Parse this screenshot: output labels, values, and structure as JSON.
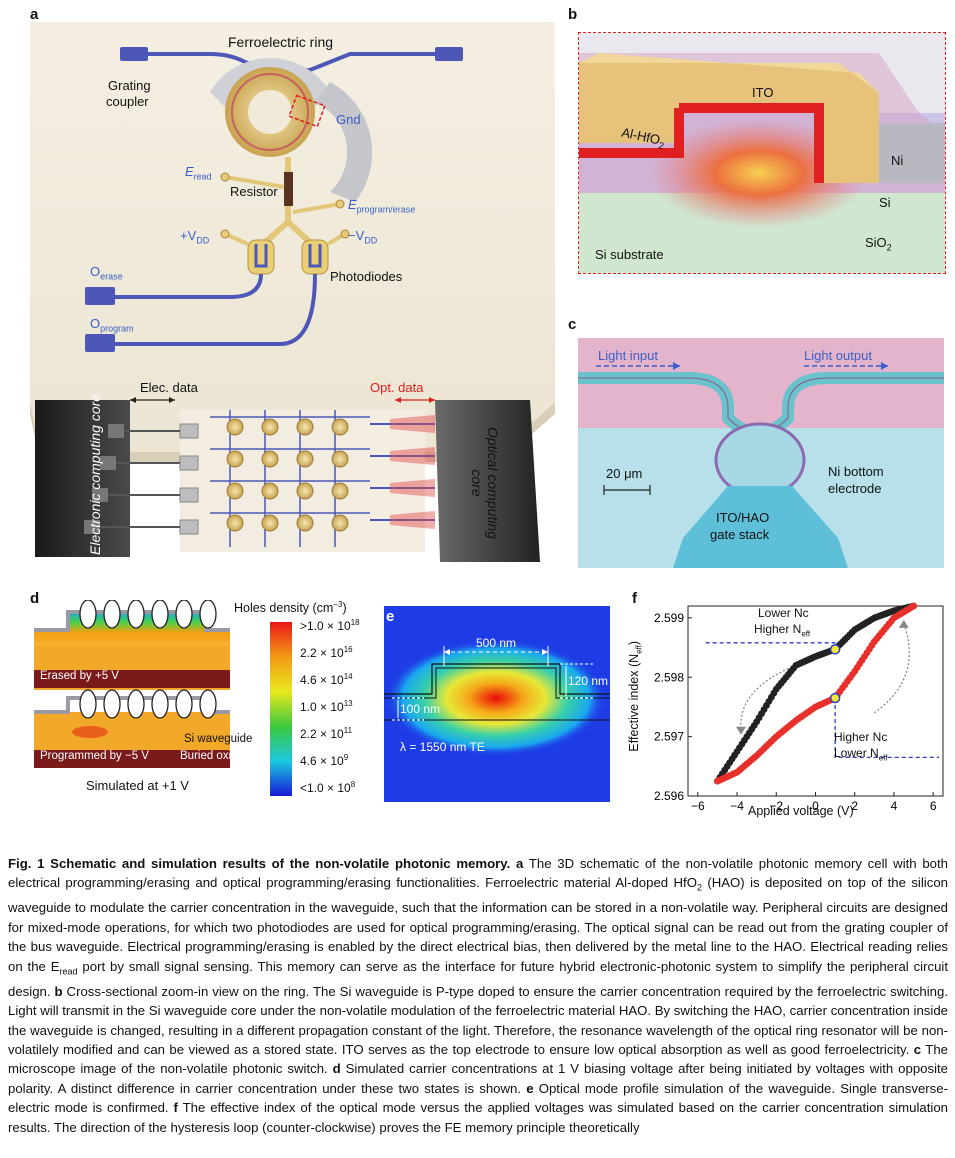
{
  "panels": {
    "a": "a",
    "b": "b",
    "c": "c",
    "d": "d",
    "e": "e",
    "f": "f"
  },
  "panel_a": {
    "ferroelectric_ring": "Ferroelectric ring",
    "grating_coupler_1": "Grating",
    "grating_coupler_2": "coupler",
    "gnd": "Gnd",
    "e_read": "E",
    "e_read_sub": "read",
    "resistor": "Resistor",
    "e_prog": "E",
    "e_prog_sub": "program/erase",
    "vdd_pos": "+V",
    "vdd_pos_sub": "DD",
    "vdd_neg": "−V",
    "vdd_neg_sub": "DD",
    "photodiodes": "Photodiodes",
    "o_erase": "O",
    "o_erase_sub": "erase",
    "o_program": "O",
    "o_program_sub": "program",
    "elec_data": "Elec. data",
    "opt_data": "Opt. data",
    "electronic_core": "Electronic computing core",
    "optical_core": "Optical computing core"
  },
  "panel_b": {
    "ito": "ITO",
    "alhfo": "Al-HfO",
    "alhfo_sub": "2",
    "ni": "Ni",
    "si": "Si",
    "sio2": "SiO",
    "sio2_sub": "2",
    "substrate": "Si substrate"
  },
  "panel_c": {
    "light_input": "Light input",
    "light_output": "Light output",
    "scale": "20 μm",
    "ni_electrode_1": "Ni bottom",
    "ni_electrode_2": "electrode",
    "gate_1": "ITO/HAO",
    "gate_2": "gate stack"
  },
  "panel_d": {
    "colorbar_title": "Holes density (cm",
    "colorbar_title_sup": "−3",
    "colorbar_title_end": ")",
    "ticks": [
      {
        "pre": ">1.0 × 10",
        "exp": "18"
      },
      {
        "pre": "2.2 × 10",
        "exp": "16"
      },
      {
        "pre": "4.6 × 10",
        "exp": "14"
      },
      {
        "pre": "1.0 × 10",
        "exp": "13"
      },
      {
        "pre": "2.2 × 10",
        "exp": "11"
      },
      {
        "pre": "4.6 × 10",
        "exp": "9"
      },
      {
        "pre": "<1.0 × 10",
        "exp": "8"
      }
    ],
    "erased": "Erased by +5 V",
    "programmed": "Programmed by −5 V",
    "si_waveguide": "Si waveguide",
    "buried_oxide": "Buried oxide",
    "simulated": "Simulated at +1 V"
  },
  "panel_e": {
    "width": "500 nm",
    "height": "120 nm",
    "slab": "100 nm",
    "mode": "λ = 1550 nm TE"
  },
  "panel_f": {
    "lower_nc": "Lower Nc",
    "higher_neff": "Higher N",
    "higher_neff_sub": "eff",
    "higher_nc": "Higher Nc",
    "lower_neff": "Lower N",
    "lower_neff_sub": "eff"
  },
  "chart_data": {
    "type": "scatter",
    "xlabel": "Applied voltage (V)",
    "ylabel": "Effective index (N",
    "ylabel_sub": "eff",
    "ylabel_end": ")",
    "xlim": [
      -6.5,
      6.5
    ],
    "ylim": [
      2.596,
      2.5992
    ],
    "xticks": [
      "−6",
      "−4",
      "−2",
      "0",
      "2",
      "4",
      "6"
    ],
    "xtick_values": [
      -6,
      -4,
      -2,
      0,
      2,
      4,
      6
    ],
    "yticks": [
      "2.596",
      "2.597",
      "2.598",
      "2.599"
    ],
    "ytick_values": [
      2.596,
      2.597,
      2.598,
      2.599
    ],
    "series": [
      {
        "color": "#222222",
        "x": [
          -5,
          -4,
          -3,
          -2,
          -1,
          0,
          1,
          2,
          3,
          4,
          5
        ],
        "y": [
          2.59625,
          2.59675,
          2.59725,
          2.5978,
          2.5982,
          2.59835,
          2.59847,
          2.5988,
          2.599,
          2.59912,
          2.5992
        ]
      },
      {
        "color": "#e8302a",
        "x": [
          -5,
          -4,
          -3,
          -2,
          -1,
          0,
          1,
          2,
          3,
          4,
          5
        ],
        "y": [
          2.59625,
          2.5964,
          2.59668,
          2.597,
          2.59727,
          2.5975,
          2.59765,
          2.5981,
          2.5986,
          2.599,
          2.5992
        ]
      }
    ],
    "markers": [
      {
        "x": 1,
        "y": 2.59847
      },
      {
        "x": 1,
        "y": 2.59765
      }
    ]
  },
  "caption": {
    "title": "Fig. 1 Schematic and simulation results of the non-volatile photonic memory.",
    "a_label": "a",
    "a_text_1": " The 3D schematic of the non-volatile photonic memory cell with both electrical programming/erasing and optical programming/erasing functionalities. Ferroelectric material Al-doped HfO",
    "a_sub": "2",
    "a_text_2": " (HAO) is deposited on top of the silicon waveguide to modulate the carrier concentration in the waveguide, such that the information can be stored in a non-volatile way. Peripheral circuits are designed for mixed-mode operations, for which two photodiodes are used for optical programming/erasing. The optical signal can be read out from the grating coupler of the bus waveguide. Electrical programming/erasing is enabled by the direct electrical bias, then delivered by the metal line to the HAO. Electrical reading relies on the E",
    "a_sub2": "read",
    "a_text_3": " port by small signal sensing. This memory can serve as the interface for future hybrid electronic-photonic system to simplify the peripheral circuit design.",
    "b_label": "b",
    "b_text": " Cross-sectional zoom-in view on the ring. The Si waveguide is P-type doped to ensure the carrier concentration required by the ferroelectric switching. Light will transmit in the Si waveguide core under the non-volatile modulation of the ferroelectric material HAO. By switching the HAO, carrier concentration inside the waveguide is changed, resulting in a different propagation constant of the light. Therefore, the resonance wavelength of the optical ring resonator will be non-volatilely modified and can be viewed as a stored state. ITO serves as the top electrode to ensure low optical absorption as well as good ferroelectricity.",
    "c_label": "c",
    "c_text": " The microscope image of the non-volatile photonic switch.",
    "d_label": "d",
    "d_text": " Simulated carrier concentrations at 1 V biasing voltage after being initiated by voltages with opposite polarity. A distinct difference in carrier concentration under these two states is shown.",
    "e_label": "e",
    "e_text": " Optical mode profile simulation of the waveguide. Single transverse-electric mode is confirmed.",
    "f_label": "f",
    "f_text": " The effective index of the optical mode versus the applied voltages was simulated based on the carrier concentration simulation results. The direction of the hysteresis loop (counter-clockwise) proves the FE memory principle theoretically"
  }
}
